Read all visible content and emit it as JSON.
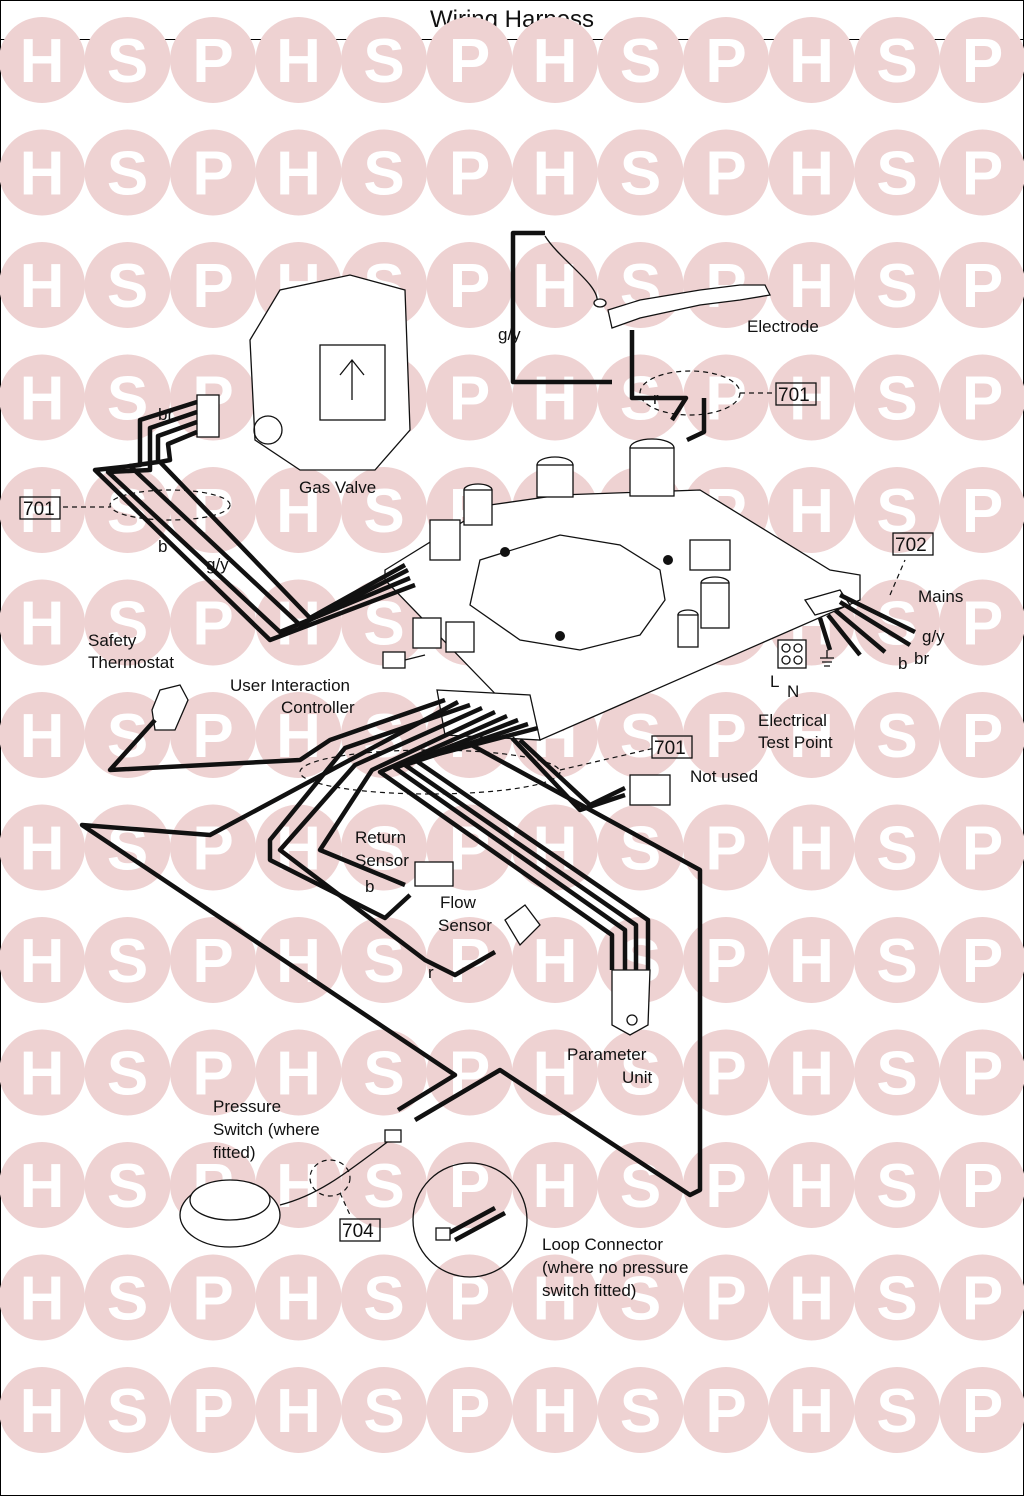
{
  "title": "Wiring Harness",
  "watermark": {
    "letters": [
      "H",
      "S",
      "P"
    ],
    "color": "#eed2d2"
  },
  "labels": {
    "electrode": "Electrode",
    "gas_valve": "Gas Valve",
    "mains": "Mains",
    "safety_thermostat_1": "Safety",
    "safety_thermostat_2": "Thermostat",
    "uic_1": "User Interaction",
    "uic_2": "Controller",
    "electrical_test_point_1": "Electrical",
    "electrical_test_point_2": "Test Point",
    "not_used": "Not used",
    "return_sensor_1": "Return",
    "return_sensor_2": "Sensor",
    "flow_sensor_1": "Flow",
    "flow_sensor_2": "Sensor",
    "parameter_unit_1": "Parameter",
    "parameter_unit_2": "Unit",
    "pressure_switch_1": "Pressure",
    "pressure_switch_2": "Switch (where",
    "pressure_switch_3": "fitted)",
    "loop_connector_1": "Loop Connector",
    "loop_connector_2": "(where no pressure",
    "loop_connector_3": "switch fitted)"
  },
  "wire_codes": {
    "gy": "g/y",
    "br": "br",
    "b": "b",
    "r": "r",
    "L": "L",
    "N": "N"
  },
  "part_refs": {
    "ref_701": "701",
    "ref_702": "702",
    "ref_704": "704"
  }
}
